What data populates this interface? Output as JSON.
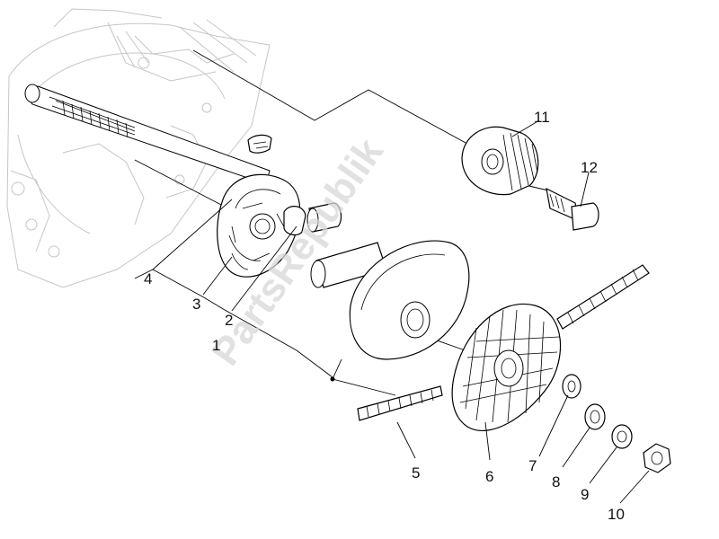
{
  "watermark": {
    "text": "PartsRepublik"
  },
  "callouts": [
    {
      "id": "1",
      "label": "1"
    },
    {
      "id": "2",
      "label": "2"
    },
    {
      "id": "3",
      "label": "3"
    },
    {
      "id": "4",
      "label": "4"
    },
    {
      "id": "5",
      "label": "5"
    },
    {
      "id": "6",
      "label": "6"
    },
    {
      "id": "7",
      "label": "7"
    },
    {
      "id": "8",
      "label": "8"
    },
    {
      "id": "9",
      "label": "9"
    },
    {
      "id": "10",
      "label": "10"
    },
    {
      "id": "11",
      "label": "11"
    },
    {
      "id": "12",
      "label": "12"
    }
  ]
}
